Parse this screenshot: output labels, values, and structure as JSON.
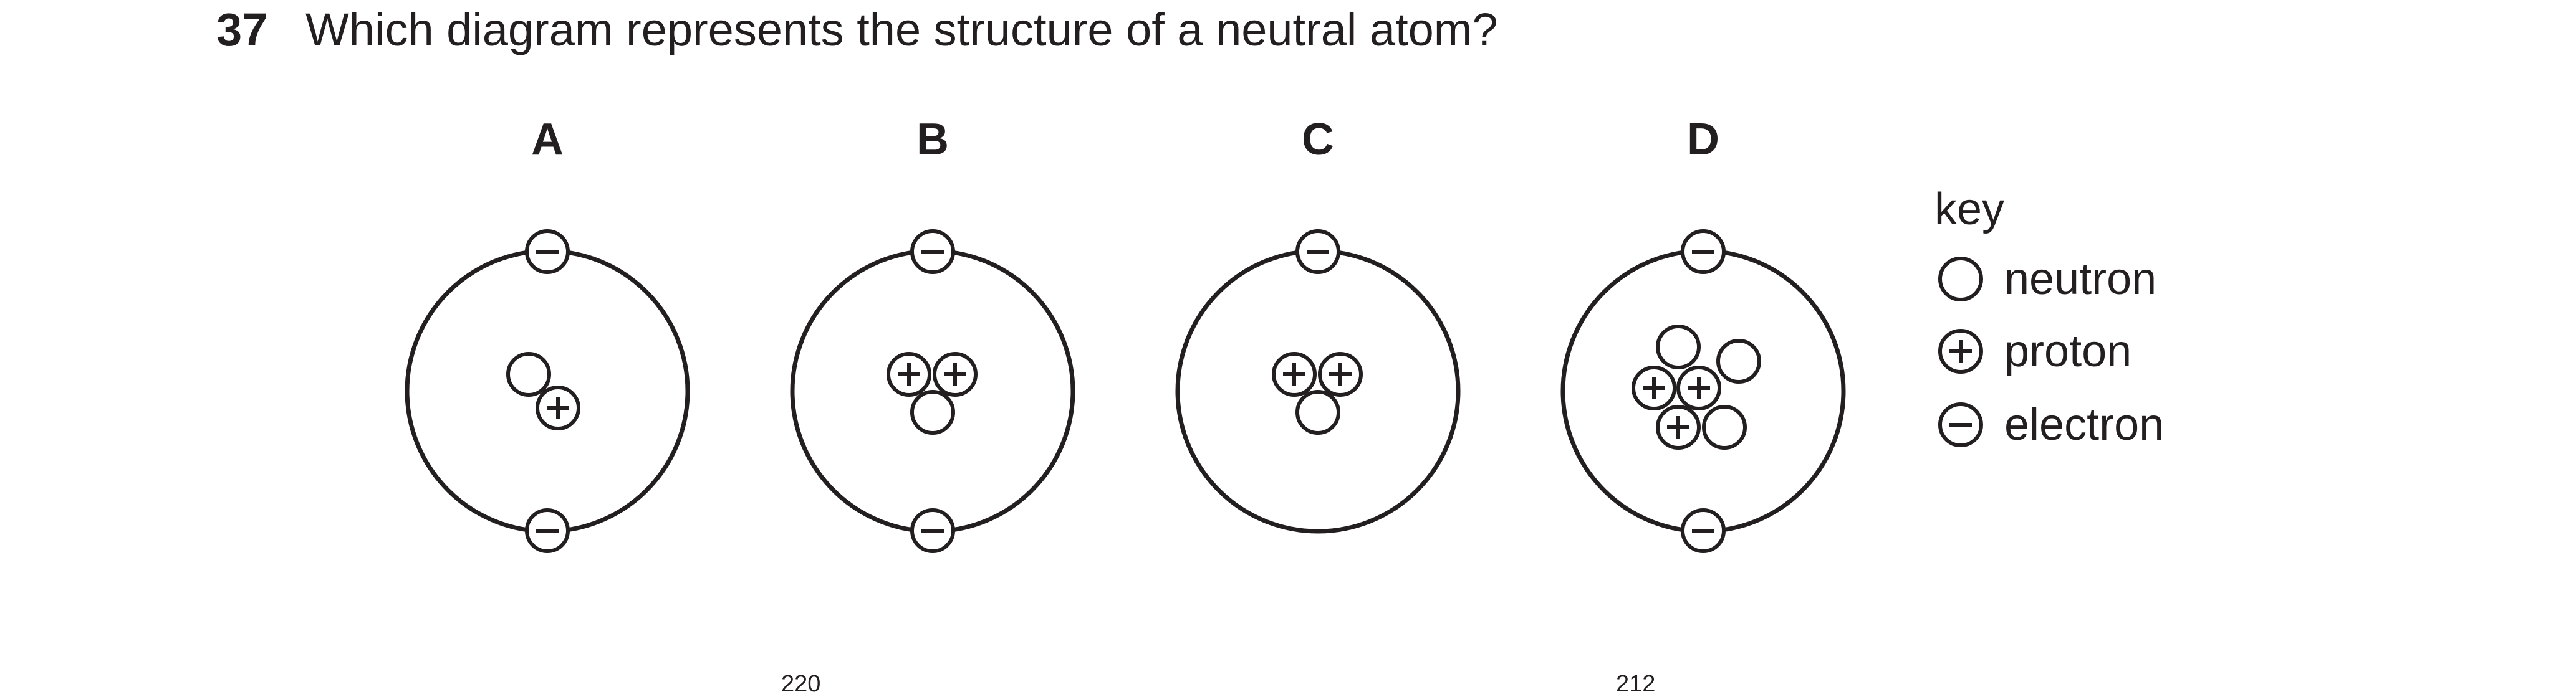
{
  "question": {
    "number": "37",
    "text": "Which diagram represents the structure of a neutral atom?"
  },
  "options": [
    {
      "label": "A",
      "electrons": 2,
      "protons": 1,
      "neutrons": 1
    },
    {
      "label": "B",
      "electrons": 2,
      "protons": 2,
      "neutrons": 1
    },
    {
      "label": "C",
      "electrons": 1,
      "protons": 2,
      "neutrons": 1
    },
    {
      "label": "D",
      "electrons": 2,
      "protons": 3,
      "neutrons": 3
    }
  ],
  "key": {
    "title": "key",
    "items": [
      {
        "symbol": "none",
        "label": "neutron"
      },
      {
        "symbol": "plus",
        "label": "proton"
      },
      {
        "symbol": "minus",
        "label": "electron"
      }
    ]
  },
  "footer": {
    "sup_left": "220",
    "sup_right": "212"
  },
  "colors": {
    "ink": "#231f20",
    "background": "#ffffff"
  }
}
